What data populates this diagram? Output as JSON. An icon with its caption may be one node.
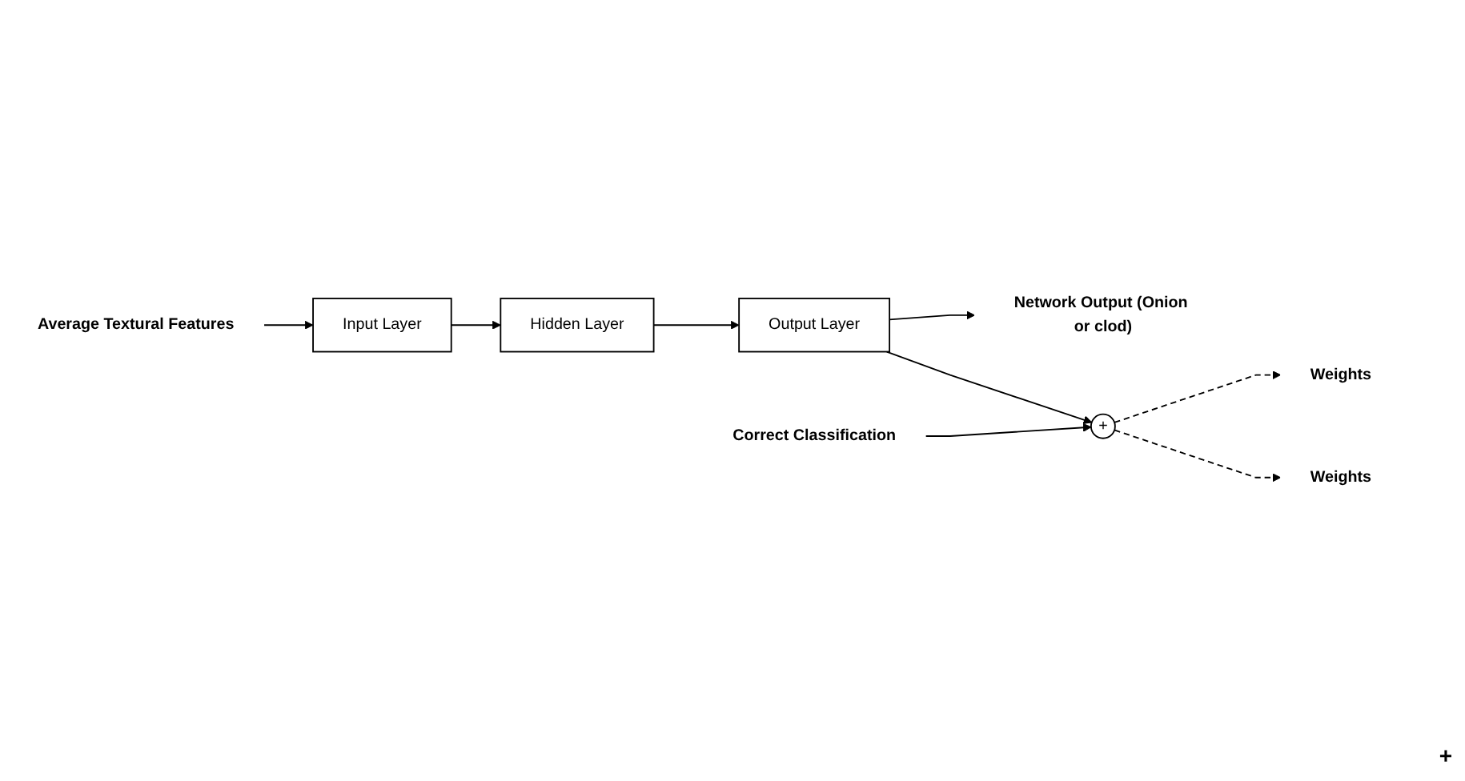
{
  "diagram": {
    "nodes": [
      {
        "text": [
          "Average Textural Features"
        ]
      },
      {
        "text": [
          "Input Layer"
        ]
      },
      {
        "text": [
          "Weights"
        ]
      },
      {
        "text": [
          "Hidden Layer"
        ]
      },
      {
        "text": [
          "Weights"
        ]
      },
      {
        "text": [
          "Output Layer"
        ]
      },
      {
        "text": [
          "Network Output (Onion or clod)"
        ]
      },
      {
        "text": [
          "+"
        ]
      },
      {
        "text": [
          "Correct Classification"
        ]
      }
    ],
    "edges": [
      {
        "from": 0,
        "to": 1,
        "arrow": "to"
      },
      {
        "from": 1,
        "to": 3,
        "arrow": "to"
      },
      {
        "from": 3,
        "to": 5,
        "arrow": "to"
      },
      {
        "from": 5,
        "to": 6,
        "arrow": "to"
      },
      {
        "from": 5,
        "to": 7,
        "arrow": "to"
      },
      {
        "from": 8,
        "to": 7,
        "arrow": "to"
      },
      {
        "from": 7,
        "to": 2,
        "arrow": "to",
        "style": "dashed"
      },
      {
        "from": 7,
        "to": 4,
        "arrow": "to",
        "style": "dashed"
      }
    ],
    "labels": [
      "+"
    ]
  }
}
